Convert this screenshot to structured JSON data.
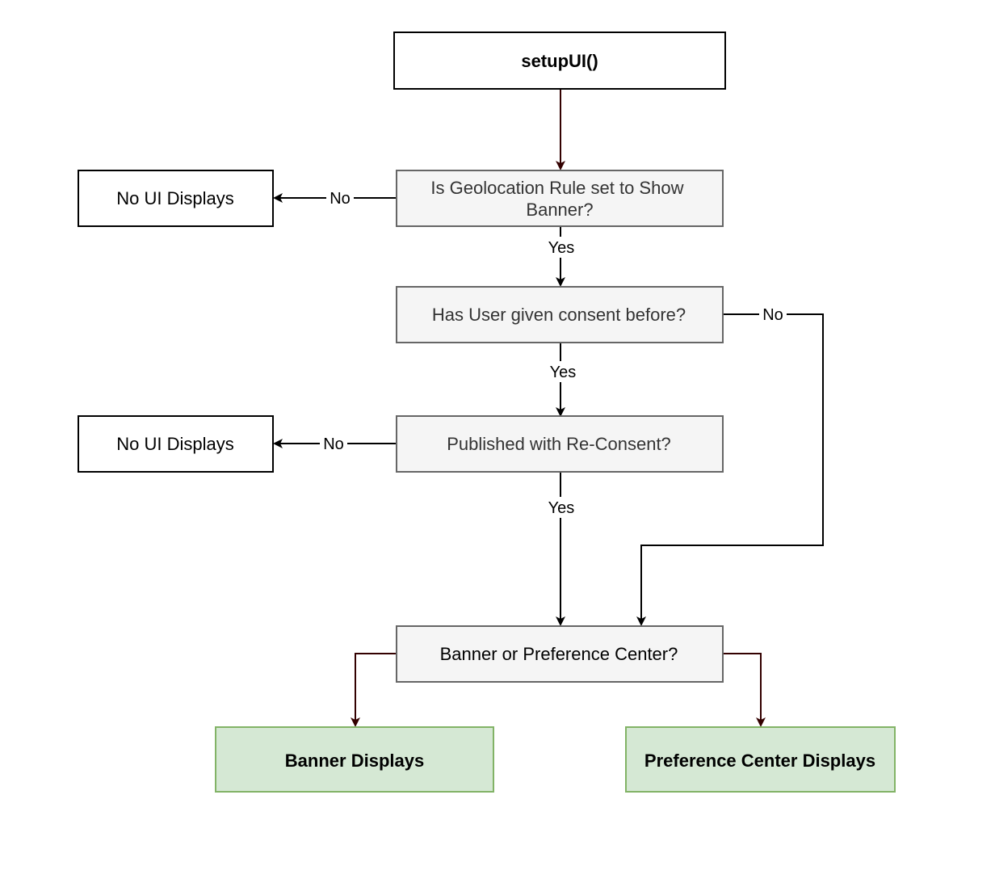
{
  "nodes": {
    "start": {
      "label": "setupUI()"
    },
    "geo_decision": {
      "line1": "Is Geolocation Rule set to Show",
      "line2": "Banner?"
    },
    "no_ui_1": {
      "label": "No UI Displays"
    },
    "consent_decision": {
      "label": "Has User given consent before?"
    },
    "reconsent_decision": {
      "label": "Published with Re-Consent?"
    },
    "no_ui_2": {
      "label": "No UI Displays"
    },
    "banner_or_pc": {
      "label": "Banner or Preference Center?"
    },
    "banner_displays": {
      "label": "Banner Displays"
    },
    "pc_displays": {
      "label": "Preference Center Displays"
    }
  },
  "edges": {
    "geo_no": {
      "label": "No"
    },
    "geo_yes": {
      "label": "Yes"
    },
    "consent_no": {
      "label": "No"
    },
    "consent_yes": {
      "label": "Yes"
    },
    "reconsent_no": {
      "label": "No"
    },
    "reconsent_yes": {
      "label": "Yes"
    }
  },
  "colors": {
    "decision_fill": "#f5f5f5",
    "decision_stroke": "#666666",
    "result_fill": "#d5e8d4",
    "result_stroke": "#82b366",
    "dark_edge": "#330000"
  }
}
